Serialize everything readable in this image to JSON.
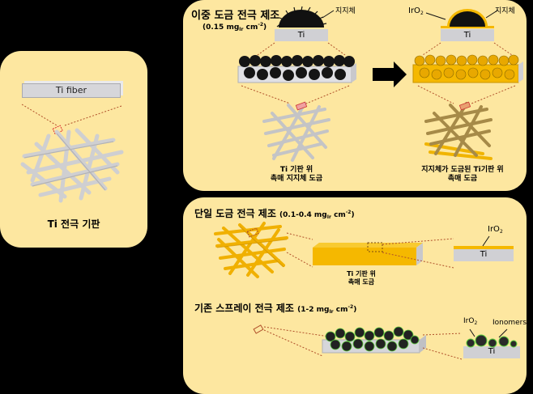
{
  "substrate_panel": {
    "fiber_label": "Ti fiber",
    "caption": "Ti 전극 기판"
  },
  "dual_plating_panel": {
    "title": "이중 도금 전극 제조",
    "loading_prefix": "(0.15 mg",
    "loading_sub": "Ir",
    "loading_mid": " cm",
    "loading_sup": "-2",
    "loading_suffix": ")",
    "step1": {
      "support_label": "지지체",
      "ti_label": "Ti",
      "caption_line1": "Ti 기판 위",
      "caption_line2": "촉매 지지체 도금"
    },
    "step2": {
      "iro2_label": "IrO",
      "iro2_sub": "2",
      "support_label": "지지체",
      "ti_label": "Ti",
      "caption_line1": "지지체가 도금된 Ti기판 위",
      "caption_line2": "촉매 도금"
    }
  },
  "single_plating_panel": {
    "title": "단일 도금 전극 제조",
    "loading_prefix": "(0.1-0.4 mg",
    "loading_sub": "Ir",
    "loading_mid": " cm",
    "loading_sup": "-2",
    "loading_suffix": ")",
    "iro2_label": "IrO",
    "iro2_sub": "2",
    "ti_label": "Ti",
    "caption_line1": "Ti 기판 위",
    "caption_line2": "촉매 도금"
  },
  "spray_panel": {
    "title": "기존 스프레이 전극 제조",
    "loading_prefix": "(1-2 mg",
    "loading_sub": "Ir",
    "loading_mid": " cm",
    "loading_sup": "-2",
    "loading_suffix": ")",
    "iro2_label": "IrO",
    "iro2_sub": "2",
    "ionomer_label": "Ionomers",
    "ti_label": "Ti"
  },
  "colors": {
    "background": "#000000",
    "panel": "#fde7a0",
    "gold": "#f5b800",
    "ti_gray": "#d0d0d4",
    "fiber_gray": "#c8c8c8",
    "coated_fiber": "#a08840",
    "catalyst_black": "#1a1a1a",
    "ionomer_green": "#5ccc3c",
    "dotted_line": "#b0502a"
  }
}
